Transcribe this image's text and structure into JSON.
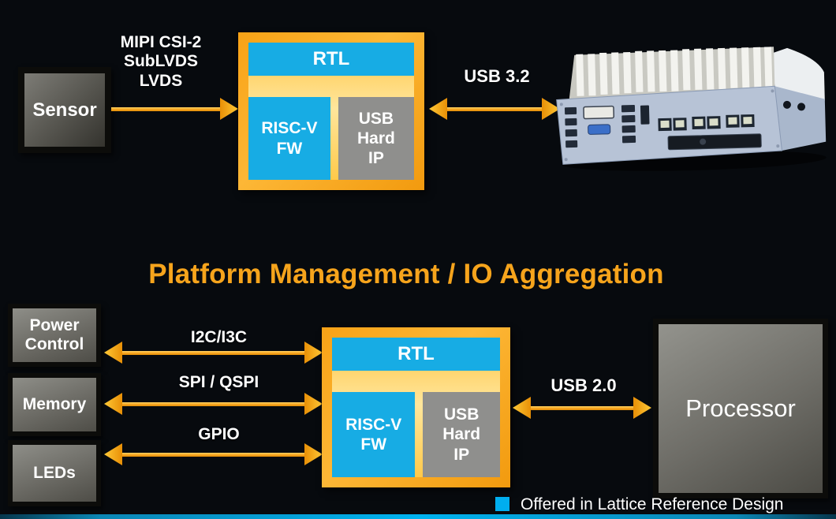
{
  "title": "Platform Management / IO Aggregation",
  "top_flow": {
    "sensor_label": "Sensor",
    "bus_label": "MIPI CSI-2\nSubLVDS\nLVDS",
    "fpga": {
      "rtl_label": "RTL",
      "riscv_label": "RISC-V\nFW",
      "usbip_label": "USB\nHard\nIP"
    },
    "usb_label": "USB 3.2",
    "host_device": "embedded-pc-photo"
  },
  "bottom_flow": {
    "peripherals": [
      {
        "label": "Power\nControl"
      },
      {
        "label": "Memory"
      },
      {
        "label": "LEDs"
      }
    ],
    "buses": [
      {
        "label": "I2C/I3C"
      },
      {
        "label": "SPI / QSPI"
      },
      {
        "label": "GPIO"
      }
    ],
    "fpga": {
      "rtl_label": "RTL",
      "riscv_label": "RISC-V\nFW",
      "usbip_label": "USB\nHard\nIP"
    },
    "usb_label": "USB 2.0",
    "processor_label": "Processor"
  },
  "legend": {
    "swatch_color": "#00AEEF",
    "label": "Offered in Lattice Reference Design"
  },
  "colors": {
    "highlight_cyan": "#17ACE4",
    "fpga_gold_border": "#F8A216",
    "fpga_gold_fill": "#FFE69C",
    "title_gold": "#F6A41C",
    "arrow_gold": "#F7A41F",
    "block_gray": "#8F8F8D",
    "footer_bar_blue": "#00B2EF",
    "background": "#070A0E"
  }
}
